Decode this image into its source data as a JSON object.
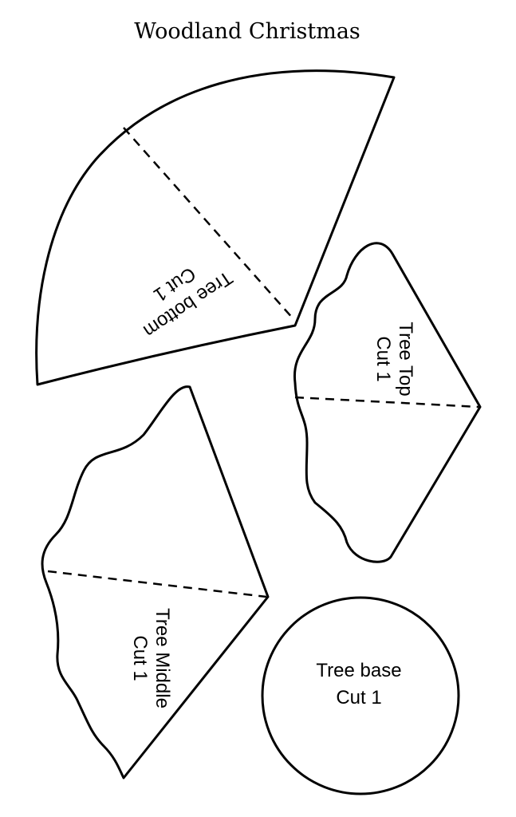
{
  "title": "Woodland Christmas",
  "pieces": [
    {
      "name": "Tree bottom",
      "instruction": "Cut 1"
    },
    {
      "name": "Tree Top",
      "instruction": "Cut 1"
    },
    {
      "name": "Tree Middle",
      "instruction": "Cut 1"
    },
    {
      "name": "Tree base",
      "instruction": "Cut 1"
    }
  ]
}
